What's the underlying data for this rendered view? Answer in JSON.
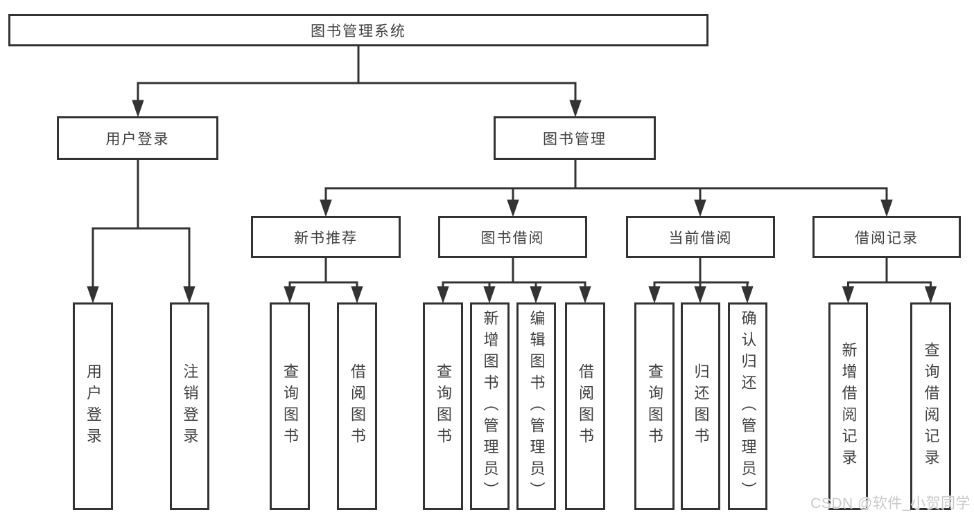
{
  "colors": {
    "line": "#333333",
    "text": "#404040",
    "watermark": "#c9c9c9",
    "background": "#ffffff"
  },
  "watermark": {
    "text": "CSDN @软件_小贺同学"
  },
  "tree": {
    "root": {
      "label": "图书管理系统",
      "children": [
        {
          "label": "用户登录",
          "children": [
            {
              "label": "用户登录"
            },
            {
              "label": "注销登录"
            }
          ]
        },
        {
          "label": "图书管理",
          "children": [
            {
              "label": "新书推荐",
              "children": [
                {
                  "label": "查询图书"
                },
                {
                  "label": "借阅图书"
                }
              ]
            },
            {
              "label": "图书借阅",
              "children": [
                {
                  "label": "查询图书"
                },
                {
                  "label": "新增图书（管理员）"
                },
                {
                  "label": "编辑图书（管理员）"
                },
                {
                  "label": "借阅图书"
                }
              ]
            },
            {
              "label": "当前借阅",
              "children": [
                {
                  "label": "查询图书"
                },
                {
                  "label": "归还图书"
                },
                {
                  "label": "确认归还（管理员）"
                }
              ]
            },
            {
              "label": "借阅记录",
              "children": [
                {
                  "label": "新增借阅记录"
                },
                {
                  "label": "查询借阅记录"
                }
              ]
            }
          ]
        }
      ]
    }
  }
}
